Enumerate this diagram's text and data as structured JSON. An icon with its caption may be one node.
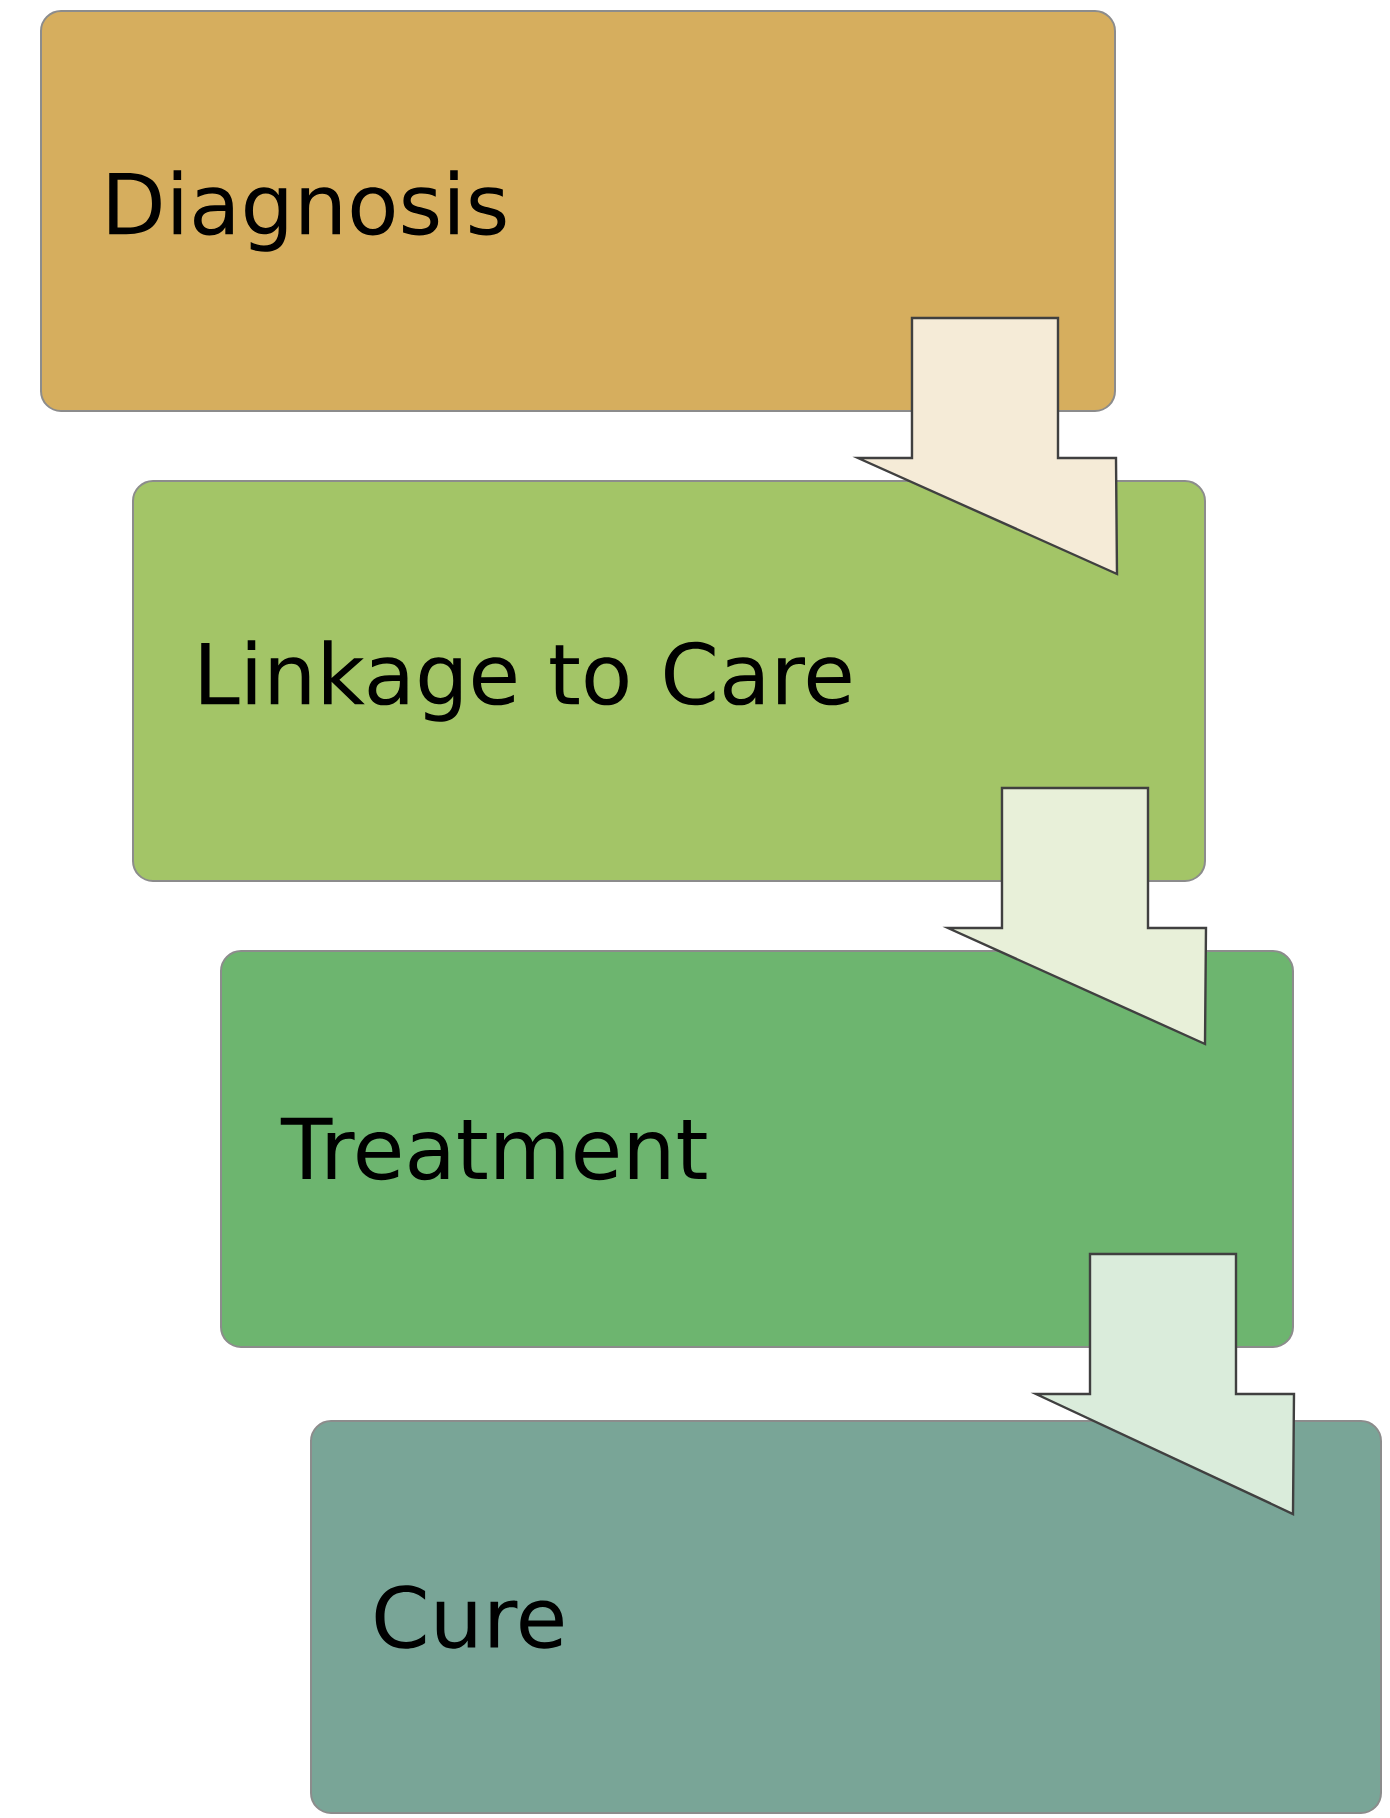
{
  "diagram": {
    "nodes": [
      {
        "text": [
          "Diagnosis"
        ]
      },
      {
        "text": [
          "Linkage to Care"
        ]
      },
      {
        "text": [
          "Treatment"
        ]
      },
      {
        "text": [
          "Cure"
        ]
      }
    ],
    "edges": [
      {
        "from": 0,
        "to": 1,
        "arrow": "to"
      },
      {
        "from": 1,
        "to": 2,
        "arrow": "to"
      },
      {
        "from": 2,
        "to": 3,
        "arrow": "to"
      }
    ]
  }
}
